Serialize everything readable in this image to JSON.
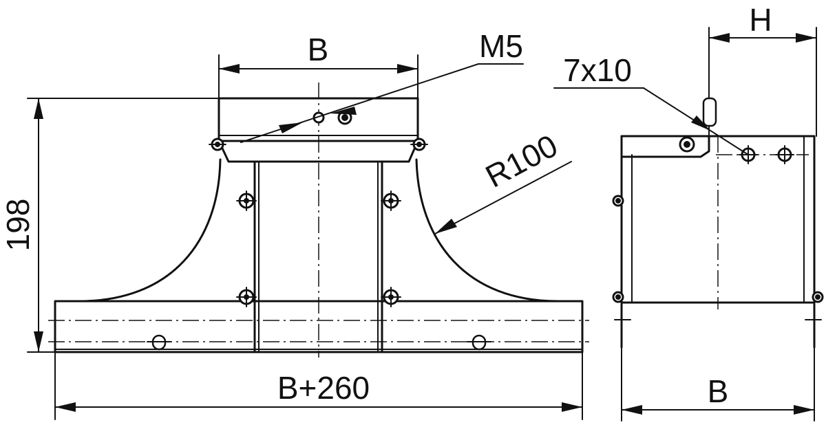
{
  "dimensions": {
    "top_width": "B",
    "thread": "M5",
    "height": "198",
    "radius": "R100",
    "base_width": "B+260",
    "side_offset": "H",
    "slot_size": "7x10",
    "side_width": "B"
  }
}
